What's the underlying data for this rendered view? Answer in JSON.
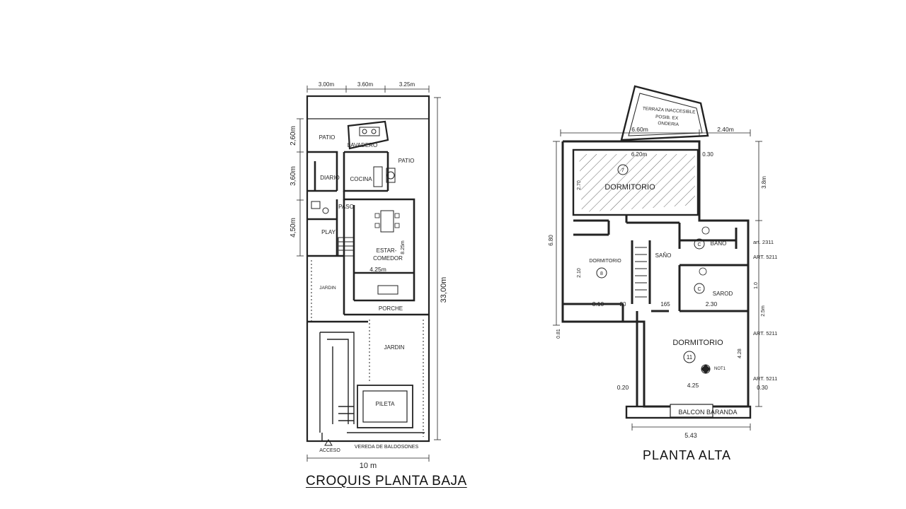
{
  "planta_baja": {
    "caption": "CROQUIS PLANTA BAJA",
    "dims_top": [
      "3.00m",
      "3.60m",
      "3.25m"
    ],
    "dims_left": [
      "2,60m",
      "3,60m",
      "4,50m"
    ],
    "dim_right": "33,00m",
    "dim_bottom": "10 m",
    "dim_inner_width": "4.25m",
    "dim_inner_height": "8.25m",
    "rooms": {
      "patio_1": "PATIO",
      "lavadero": "LAVADERO",
      "patio_2": "PATIO",
      "diario": "DIARIO",
      "cocina": "COCINA",
      "paso": "PASO",
      "play": "PLAY",
      "estar_1": "ESTAR-",
      "estar_2": "COMEDOR",
      "jardin_1": "JARDIN",
      "porche": "PORCHE",
      "jardin_2": "JARDIN",
      "pileta": "PILETA",
      "acceso": "ACCESO",
      "vereda": "VEREDA DE BALDOSONES"
    }
  },
  "planta_alta": {
    "caption": "PLANTA ALTA",
    "terraza_lines": [
      "TERRAZA INACCESIBLE",
      "POSIB. EX",
      "ONDERIA"
    ],
    "dims_top": [
      "6.60m",
      "2.40m"
    ],
    "dim_inner_top": "6.20m",
    "dim_030_a": "0.30",
    "dim_left_total": "6.80",
    "dim_right_top": "3.8m",
    "dim_270": "2.70",
    "dim_310": "3.10",
    "dim_20": "20",
    "dim_165": "165",
    "dim_230": "2.30",
    "dim_081": "0.81",
    "dim_020": "0.20",
    "dim_425": "4.25",
    "dim_030_b": "0.30",
    "dim_bottom": "5.43",
    "dim_210": "2.10",
    "dim_10": "1.0",
    "dim_25": "2.5m",
    "dim_428": "4.28",
    "notes": {
      "n1": "art. 2311",
      "n2": "ART. 5211",
      "n3": "ART. 5211",
      "n4": "ART. 5211",
      "n5": "NOT1"
    },
    "rooms": {
      "dormitorio_top": "DORMITORIO",
      "dormitorio_top_num": "7",
      "dormitorio_left": "DORMITORIO",
      "dormitorio_left_num": "8",
      "sano": "SAÑO",
      "bano": "BAÑO",
      "bano_num": "C",
      "sarod": "SAROD",
      "sarod_num": "C",
      "dormitorio_bottom": "DORMITORIO",
      "dormitorio_bottom_num": "11",
      "balcon": "BALCON BARANDA"
    }
  }
}
